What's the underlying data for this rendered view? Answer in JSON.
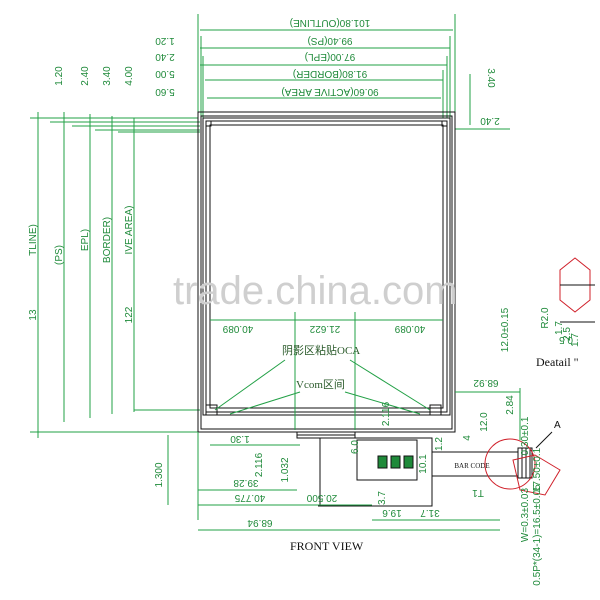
{
  "top_dims": {
    "outline": "101.80(OUTLINE)",
    "ps": "99.40(PS)",
    "ps_margin": "1.20",
    "epl": "97.00(EPL)",
    "epl_margin": "2.40",
    "border": "91.80(BORDER)",
    "border_margin": "5.00",
    "active": "90.60(ACTIVE AREA)",
    "active_margin": "5.60",
    "right_340": "3.40",
    "right_240": "2.40"
  },
  "left_dims": {
    "m120": "1.20",
    "m240": "2.40",
    "m340": "3.40",
    "m400": "4.00",
    "outline": "TLINE)",
    "ps": "(PS)",
    "epl": "EPL)",
    "border": "BORDER)",
    "active": "IVE AREA)",
    "v13": "13",
    "v122": "122"
  },
  "mid_dims": {
    "a": "40.089",
    "b": "21.622",
    "c": "40.089"
  },
  "chinese": {
    "oca": "阴影区粘贴OCA",
    "vcom": "Vcom区间"
  },
  "bottom_dims": {
    "d130": "1.30",
    "d1300": "1.300",
    "d2116": "2.116",
    "d1032": "1.032",
    "d3928": "39.28",
    "d40775": "40.775",
    "d20500": "20.500",
    "d37": "3.7",
    "d196": "19.6",
    "d317": "31.7",
    "d6894": "68.94",
    "d6892": "68.92",
    "d284": "2.84",
    "d120": "12.0",
    "d4": "4",
    "d60": "6.0",
    "d101": "10.1",
    "d12": "1.2"
  },
  "connector": {
    "barcode": "BAR CODE",
    "pitch": "0.5P*(34-1)=16.5±0.05",
    "w": "W=0.3±0.03",
    "len": "17.50±0.1",
    "t": "0.30±0.1",
    "t2": "T1",
    "callout": "A"
  },
  "detail": {
    "title": "Deatail \"",
    "r": "R2.0",
    "d17a": "1.7",
    "d25": "2.5",
    "d17b": "1.7",
    "d05": "0.5",
    "d12": "12.0±0.15"
  },
  "view_label": "FRONT VIEW",
  "watermark": "trade.china.com"
}
